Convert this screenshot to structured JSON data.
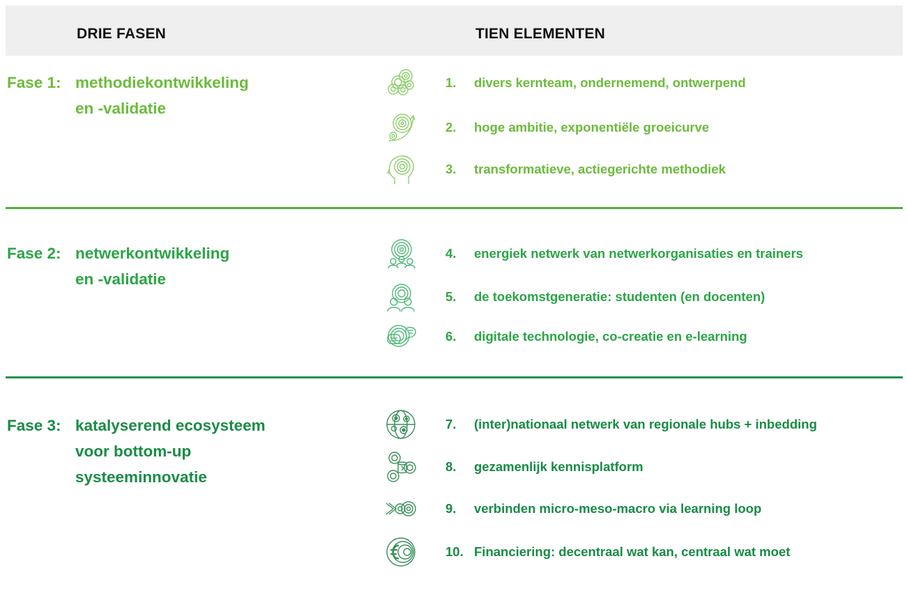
{
  "header": {
    "left_title": "DRIE FASEN",
    "right_title": "TIEN ELEMENTEN"
  },
  "colors": {
    "phase1": "#6cbb3c",
    "phase2": "#2aa546",
    "phase3": "#188c45",
    "header_bg": "#efefef"
  },
  "phases": [
    {
      "label": "Fase 1:",
      "lines": [
        "methodiekontwikkeling",
        "en -validatie"
      ]
    },
    {
      "label": "Fase 2:",
      "lines": [
        "netwerkontwikkeling",
        "en -validatie"
      ]
    },
    {
      "label": "Fase 3:",
      "lines": [
        "katalyserend ecosysteem",
        "voor bottom-up",
        "systeeminnovatie"
      ]
    }
  ],
  "elements": [
    {
      "num": "1.",
      "text": "divers kernteam, ondernemend, ontwerpend",
      "icon": "team-spheres-icon"
    },
    {
      "num": "2.",
      "text": "hoge ambitie, exponentiële groeicurve",
      "icon": "growth-curve-icon"
    },
    {
      "num": "3.",
      "text": "transformatieve, actiegerichte methodiek",
      "icon": "head-spiral-icon"
    },
    {
      "num": "4.",
      "text": "energiek netwerk van netwerkorganisaties en trainers",
      "icon": "network-people-icon"
    },
    {
      "num": "5.",
      "text": "de toekomstgeneratie: studenten (en docenten)",
      "icon": "students-icon"
    },
    {
      "num": "6.",
      "text": "digitale technologie, co-creatie en e-learning",
      "icon": "chat-bubbles-icon"
    },
    {
      "num": "7.",
      "text": "(inter)nationaal netwerk van regionale hubs + inbedding",
      "icon": "globe-hubs-icon"
    },
    {
      "num": "8.",
      "text": "gezamenlijk kennisplatform",
      "icon": "knowledge-platform-icon"
    },
    {
      "num": "9.",
      "text": "verbinden micro-meso-macro via learning loop",
      "icon": "learning-loop-icon"
    },
    {
      "num": "10.",
      "text": "Financiering: decentraal wat kan, centraal wat moet",
      "icon": "euro-icon"
    }
  ]
}
